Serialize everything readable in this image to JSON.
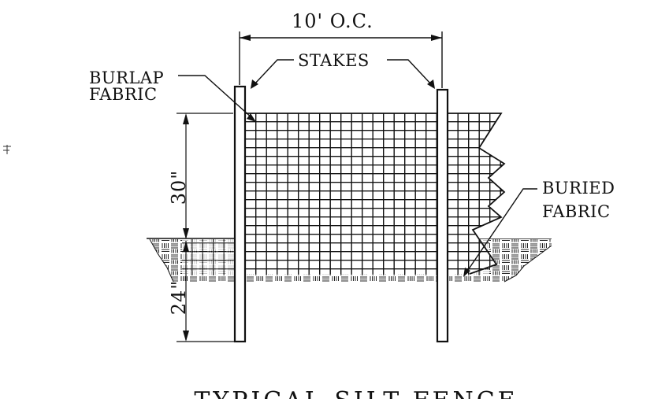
{
  "labels": {
    "spacing": "10' O.C.",
    "stakes": "STAKES",
    "burlap_line1": "BURLAP",
    "burlap_line2": "FABRIC",
    "buried_line1": "BURIED",
    "buried_line2": "FABRIC",
    "height_above": "30\"",
    "depth_below": "24\"",
    "title": "TYPICAL SILT FENCE"
  },
  "icons": {
    "ground_hatch": "ground-hatch",
    "fabric_grid": "fabric-mesh",
    "stake": "wood-stake"
  },
  "colors": {
    "ink": "#111111",
    "background": "#ffffff"
  }
}
